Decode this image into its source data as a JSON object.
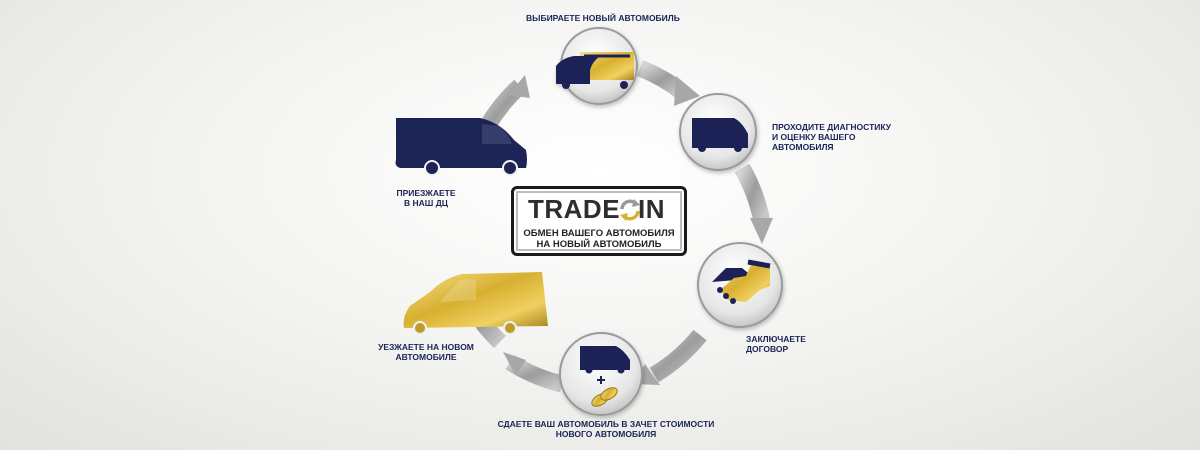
{
  "center": {
    "brand_left": "TRADE",
    "brand_right": "IN",
    "subtitle_line1": "ОБМЕН ВАШЕГО АВТОМОБИЛЯ",
    "subtitle_line2": "НА НОВЫЙ АВТОМОБИЛЬ"
  },
  "steps": [
    {
      "id": "choose",
      "icon": "van-new-icon",
      "lines": [
        "ВЫБИРАЕТЕ НОВЫЙ АВТОМОБИЛЬ"
      ]
    },
    {
      "id": "diagnose",
      "icon": "van-inspection-icon",
      "lines": [
        "ПРОХОДИТЕ ДИАГНОСТИКУ",
        "И ОЦЕНКУ ВАШЕГО",
        "АВТОМОБИЛЯ"
      ]
    },
    {
      "id": "contract",
      "icon": "handshake-icon",
      "lines": [
        "ЗАКЛЮЧАЕТЕ",
        "ДОГОВОР"
      ]
    },
    {
      "id": "handover",
      "icon": "van-plus-coins-icon",
      "lines": [
        "СДАЕТЕ ВАШ АВТОМОБИЛЬ В ЗАЧЕТ СТОИМОСТИ",
        "НОВОГО АВТОМОБИЛЯ"
      ]
    }
  ],
  "arrive": {
    "icon": "navy-van-icon",
    "lines": [
      "ПРИЕЗЖАЕТЕ",
      "В НАШ ДЦ"
    ]
  },
  "leave": {
    "icon": "gold-van-icon",
    "lines": [
      "УЕЗЖАЕТЕ НА НОВОМ",
      "АВТОМОБИЛЕ"
    ]
  },
  "colors": {
    "navy": "#1c2456",
    "gold": "#d8b030",
    "ring": "#b8b8b8"
  }
}
